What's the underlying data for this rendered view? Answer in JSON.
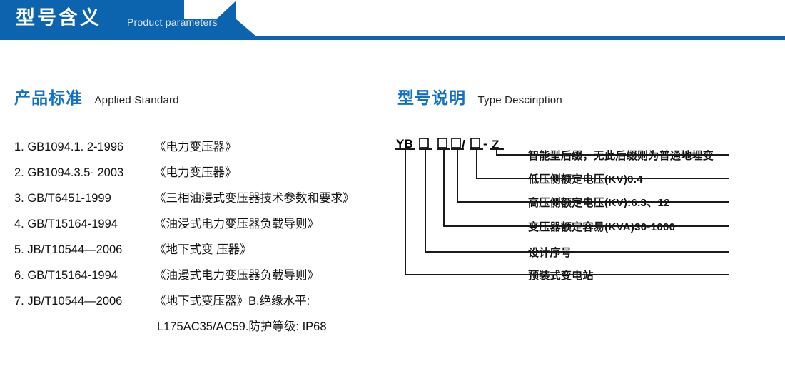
{
  "banner": {
    "title": "型号含义",
    "subtitle": "Product parameters",
    "color": "#0d64ae",
    "accent_color": "#1271c4"
  },
  "sections": {
    "left": {
      "cn": "产品标准",
      "en": "Applied Standard"
    },
    "right": {
      "cn": "型号说明",
      "en": "Type Desciription"
    }
  },
  "standards": [
    {
      "code": "1. GB1094.1. 2-1996",
      "name": "《电力变压器》"
    },
    {
      "code": "2. GB1094.3.5- 2003",
      "name": "《电力变压器》"
    },
    {
      "code": "3. GB/T6451-1999",
      "name": "《三相油浸式变压器技术参数和要求》"
    },
    {
      "code": "4. GB/T15164-1994",
      "name": "《油浸式电力变压器负载导则》"
    },
    {
      "code": "5. JB/T10544—2006",
      "name": "《地下式变 压器》"
    },
    {
      "code": "6. GB/T15164-1994",
      "name": "《油漫式电力变压器负载导则》"
    },
    {
      "code": "7. JB/T10544—2006",
      "name": "《地下式变压器》B.绝缘水平:"
    }
  ],
  "standards_continuation": "L175AC35/AC59.防护等级: IP68",
  "type_code": {
    "prefix": "YB",
    "segments": [
      "YB",
      "□",
      "□",
      "□",
      "/",
      "□",
      "-",
      "Z"
    ],
    "display": "YB □  □□/□ - Z"
  },
  "type_labels": [
    {
      "id": "suffix",
      "text": "智能型后缀，无此后缀则为普通地埋变"
    },
    {
      "id": "lv",
      "text": "低压侧额定电压(KV)0.4"
    },
    {
      "id": "hv",
      "text": "高压侧额定电压(KV):6.3、12"
    },
    {
      "id": "capacity",
      "text": "变压器额定容易(KVA)30-1000"
    },
    {
      "id": "design-no",
      "text": "设计序号"
    },
    {
      "id": "station",
      "text": "预装式变电站"
    }
  ]
}
